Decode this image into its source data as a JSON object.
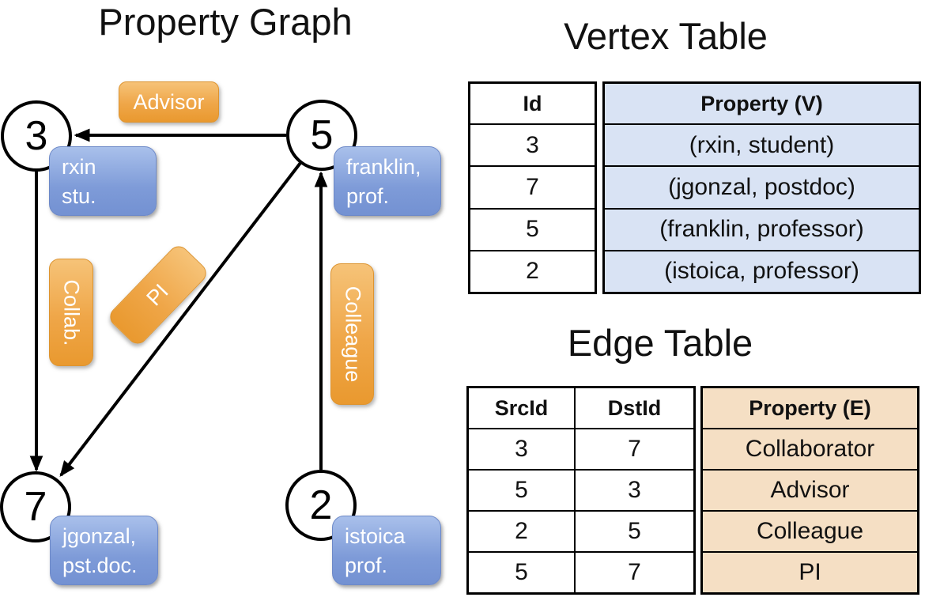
{
  "graph": {
    "title": "Property Graph",
    "nodes": [
      {
        "id": "3",
        "label_line1": "rxin",
        "label_line2": "stu."
      },
      {
        "id": "5",
        "label_line1": "franklin,",
        "label_line2": "prof."
      },
      {
        "id": "7",
        "label_line1": "jgonzal,",
        "label_line2": "pst.doc."
      },
      {
        "id": "2",
        "label_line1": "istoica",
        "label_line2": "prof."
      }
    ],
    "edge_labels": {
      "advisor": "Advisor",
      "collab": "Collab.",
      "pi": "PI",
      "colleague": "Colleague"
    }
  },
  "vertex_table": {
    "title": "Vertex Table",
    "columns": {
      "id": "Id",
      "property": "Property (V)"
    },
    "rows": [
      {
        "id": "3",
        "property": "(rxin, student)"
      },
      {
        "id": "7",
        "property": "(jgonzal, postdoc)"
      },
      {
        "id": "5",
        "property": "(franklin, professor)"
      },
      {
        "id": "2",
        "property": "(istoica, professor)"
      }
    ]
  },
  "edge_table": {
    "title": "Edge Table",
    "columns": {
      "src": "SrcId",
      "dst": "DstId",
      "property": "Property (E)"
    },
    "rows": [
      {
        "src": "3",
        "dst": "7",
        "property": "Collaborator"
      },
      {
        "src": "5",
        "dst": "3",
        "property": "Advisor"
      },
      {
        "src": "2",
        "dst": "5",
        "property": "Colleague"
      },
      {
        "src": "5",
        "dst": "7",
        "property": "PI"
      }
    ]
  },
  "colors": {
    "edge_label_orange": "#EFA648",
    "node_label_blue": "#7E9BD8",
    "vertex_property_fill": "#D9E3F4",
    "edge_property_fill": "#F5DFC4",
    "line_black": "#000000"
  }
}
